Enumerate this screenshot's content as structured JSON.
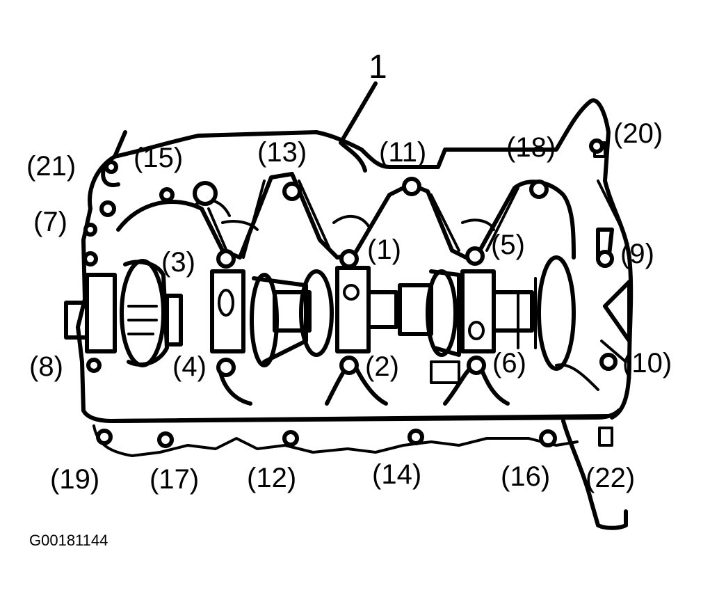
{
  "figure": {
    "code": "G00181144",
    "part_callout": "1",
    "bolt_labels": {
      "b1": "(1)",
      "b2": "(2)",
      "b3": "(3)",
      "b4": "(4)",
      "b5": "(5)",
      "b6": "(6)",
      "b7": "(7)",
      "b8": "(8)",
      "b9": "(9)",
      "b10": "(10)",
      "b11": "(11)",
      "b12": "(12)",
      "b13": "(13)",
      "b14": "(14)",
      "b15": "(15)",
      "b16": "(16)",
      "b17": "(17)",
      "b18": "(18)",
      "b19": "(19)",
      "b20": "(20)",
      "b21": "(21)",
      "b22": "(22)"
    }
  }
}
